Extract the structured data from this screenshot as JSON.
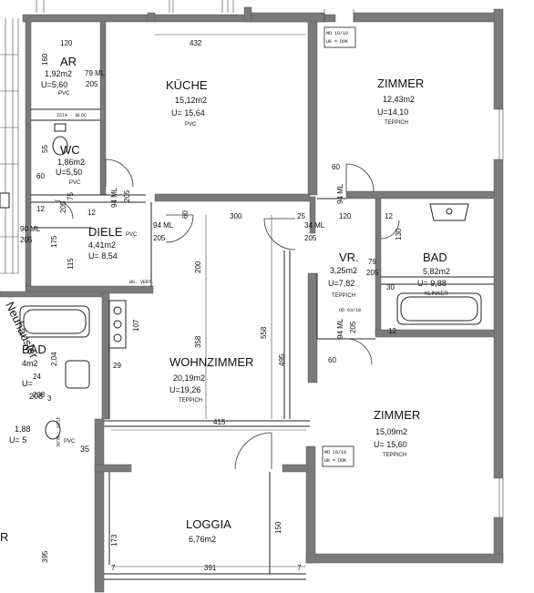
{
  "rooms": {
    "kueche": {
      "name": "KÜCHE",
      "area": "15,12m2",
      "perimeter": "U= 15,64",
      "floor": "PVC"
    },
    "zimmer1": {
      "name": "ZIMMER",
      "area": "12,43m2",
      "perimeter": "U=14,10",
      "floor": "TEPPICH"
    },
    "ar": {
      "name": "AR",
      "area": "1,92m2",
      "perimeter": "U=5,60",
      "floor": "PVC"
    },
    "wc": {
      "name": "WC",
      "area": "1,86m2",
      "perimeter": "U=5,50",
      "floor": "PVC"
    },
    "diele": {
      "name": "DIELE",
      "area": "4,41m2",
      "perimeter": "U= 8,54",
      "floor": "PVC"
    },
    "vr": {
      "name": "VR.",
      "area": "3,25m2",
      "perimeter": "U=7,82",
      "floor": "TEPPICH"
    },
    "bad": {
      "name": "BAD",
      "area": "5,82m2",
      "perimeter": "U= 9,88",
      "floor": "KLINKER"
    },
    "wohnzimmer": {
      "name": "WOHNZIMMER",
      "area": "20,19m2",
      "perimeter": "U=19,26",
      "floor": "TEPPICH"
    },
    "zimmer2": {
      "name": "ZIMMER",
      "area": "15,09m2",
      "perimeter": "U= 15,60",
      "floor": "TEPPICH"
    },
    "loggia": {
      "name": "LOGGIA",
      "area": "6,76m2"
    },
    "bad_neighbor": {
      "name": "BAD",
      "area": "4m2",
      "perimeter": "U=",
      "code": "208"
    },
    "neighbor_partial": {
      "area": "1,88",
      "perimeter": "U= 5",
      "code": "35",
      "floor": "PVC"
    },
    "left_edge": {
      "letter": "R"
    }
  },
  "labels": {
    "md_top": "MD 10/10",
    "uk_top": "UK = DOK",
    "md_bottom": "MD 10/10",
    "uk_bottom": "UK = DOK",
    "ista_bloc": "ISTA - BLOC",
    "wg_vert": "WG. VERT.",
    "ista_bloc2": "ISTA - BLOC",
    "od": "OD 63/18",
    "side_text": "Neuhäusler"
  },
  "dimensions": {
    "d120": "120",
    "d432": "432",
    "d79ml": "79 ML",
    "d205a": "205",
    "d160": "160",
    "d55": "55",
    "d60a": "60",
    "d94ml_a": "94 ML",
    "d205b": "205",
    "d75": "75",
    "d205c": "205",
    "d12a": "12",
    "d94ml_b": "94 ML",
    "d205d": "205",
    "d90ml": "90 ML",
    "d205e": "205",
    "d175": "175",
    "d115": "115",
    "d60b": "60",
    "d300": "300",
    "d25": "25",
    "d34ml": "34 ML",
    "d205f": "205",
    "d60c": "60",
    "d94ml_c": "94 ML",
    "d120b": "120",
    "d12b": "12",
    "d130": "130",
    "d79": "79",
    "d205g": "205",
    "d30": "30",
    "d200": "200",
    "d107": "107",
    "d358": "358",
    "d558": "558",
    "d495": "495",
    "d29": "29",
    "d415": "415",
    "d94ml_d": "94 ML",
    "d205h": "205",
    "d60d": "60",
    "d173": "173",
    "d150": "150",
    "d391": "391",
    "d7a": "7",
    "d7b": "7",
    "d395": "395",
    "d204": "2,04",
    "d24": "24",
    "d208": "208",
    "d12c": "12",
    "d12d": "12",
    "d3": "3"
  },
  "colors": {
    "wall": "#7a7a7a",
    "ink": "#111111",
    "paper": "#ffffff"
  },
  "icons": [
    "door-swing",
    "bathtub",
    "washbasin",
    "toilet",
    "stove-burners",
    "window-symbol"
  ]
}
